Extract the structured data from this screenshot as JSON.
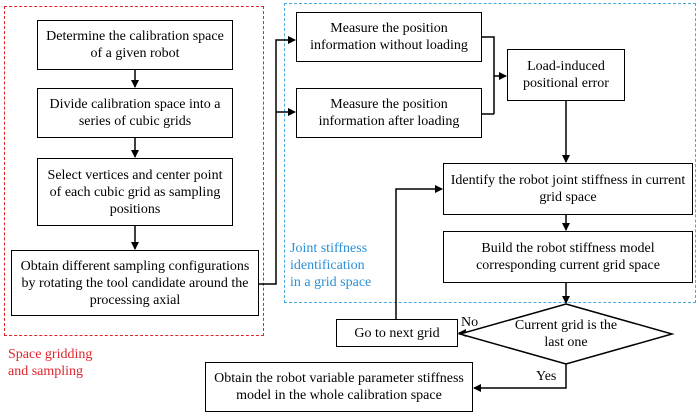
{
  "regions": {
    "space_gridding": {
      "caption": "Space gridding\nand sampling"
    },
    "joint_stiffness": {
      "caption": "Joint stiffness\nidentification\nin a grid space"
    }
  },
  "boxes": {
    "determine_space": "Determine the calibration space of a given robot",
    "divide_space": "Divide calibration space into a series of cubic grids",
    "select_vertices": "Select vertices and center point of each cubic grid as sampling positions",
    "obtain_configs": "Obtain different sampling configurations by  rotating the tool candidate around the processing axial",
    "measure_without": "Measure the position information without loading",
    "measure_after": "Measure the position information after loading",
    "load_error": "Load-induced positional error",
    "identify_stiffness": "Identify the robot joint stiffness in current grid space",
    "build_model": "Build the robot stiffness model corresponding current grid space",
    "next_grid": "Go to next grid",
    "final_model": "Obtain the robot variable parameter  stiffness model in the whole calibration space"
  },
  "decision": {
    "text": "Current grid is the last one"
  },
  "edge_labels": {
    "no": "No",
    "yes": "Yes"
  }
}
